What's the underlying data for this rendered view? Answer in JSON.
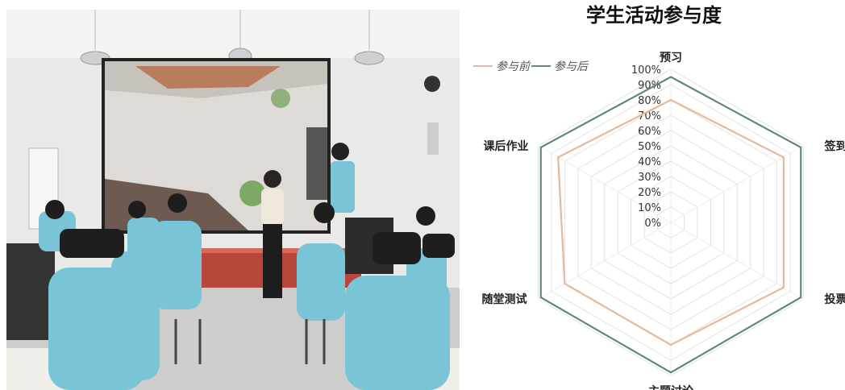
{
  "photo": {
    "description_icon": "classroom-vr-photo"
  },
  "chart_data": {
    "type": "radar",
    "title": "学生活动参与度",
    "axes": [
      "预习",
      "签到",
      "投票",
      "主题讨论",
      "随堂测试",
      "课后作业"
    ],
    "ticks": [
      "0%",
      "10%",
      "20%",
      "30%",
      "40%",
      "50%",
      "60%",
      "70%",
      "80%",
      "90%",
      "100%"
    ],
    "range": [
      0,
      100
    ],
    "series": [
      {
        "name": "参与前",
        "color": "#e8b89a",
        "values": [
          80,
          85,
          85,
          80,
          80,
          85
        ]
      },
      {
        "name": "参与后",
        "color": "#5f8b73",
        "values": [
          95,
          98,
          98,
          98,
          98,
          98
        ]
      }
    ],
    "grid": true,
    "legend_position": "top-left"
  }
}
